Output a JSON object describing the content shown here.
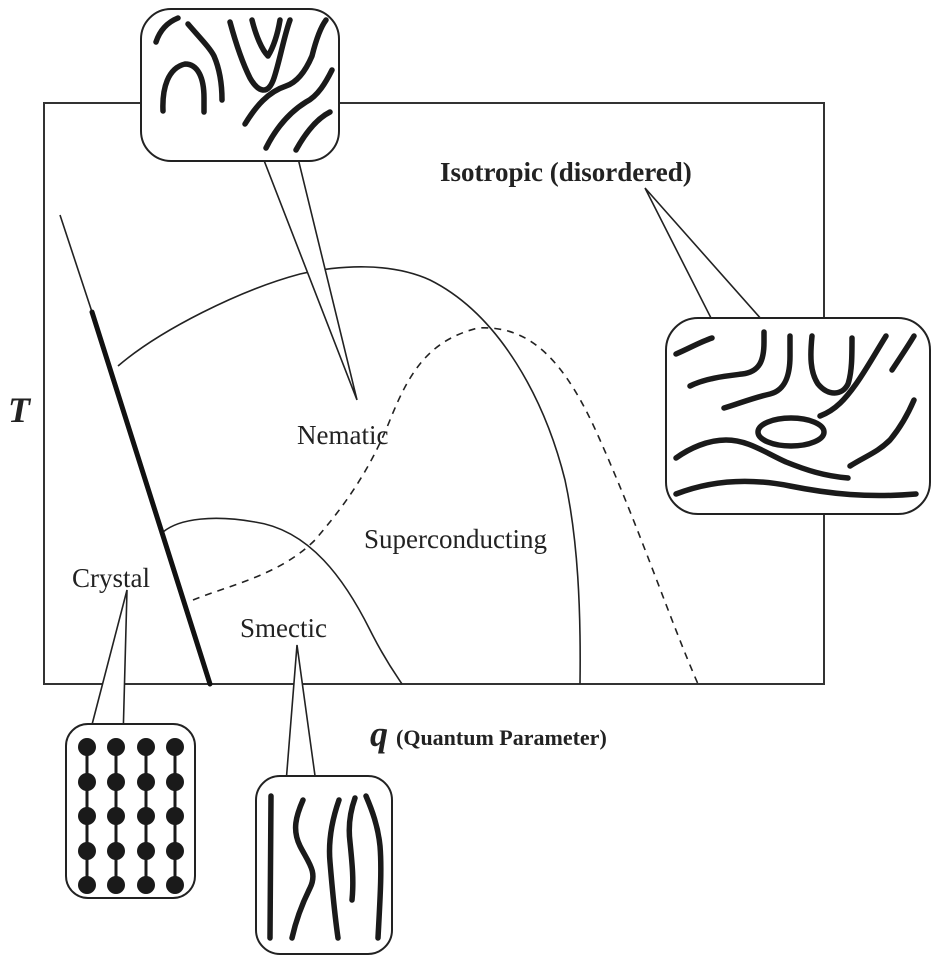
{
  "diagram": {
    "axes": {
      "y_label": "T",
      "x_symbol": "q",
      "x_label": "(Quantum Parameter)"
    },
    "regions": {
      "isotropic": "Isotropic (disordered)",
      "nematic": "Nematic",
      "superconducting": "Superconducting",
      "crystal": "Crystal",
      "smectic": "Smectic"
    },
    "insets": [
      {
        "name": "nematic-inset",
        "depicts": "aligned-curved-strands-icon"
      },
      {
        "name": "isotropic-inset",
        "depicts": "disordered-loops-icon"
      },
      {
        "name": "crystal-inset",
        "depicts": "dot-lattice-icon"
      },
      {
        "name": "smectic-inset",
        "depicts": "parallel-strands-icon"
      }
    ]
  }
}
